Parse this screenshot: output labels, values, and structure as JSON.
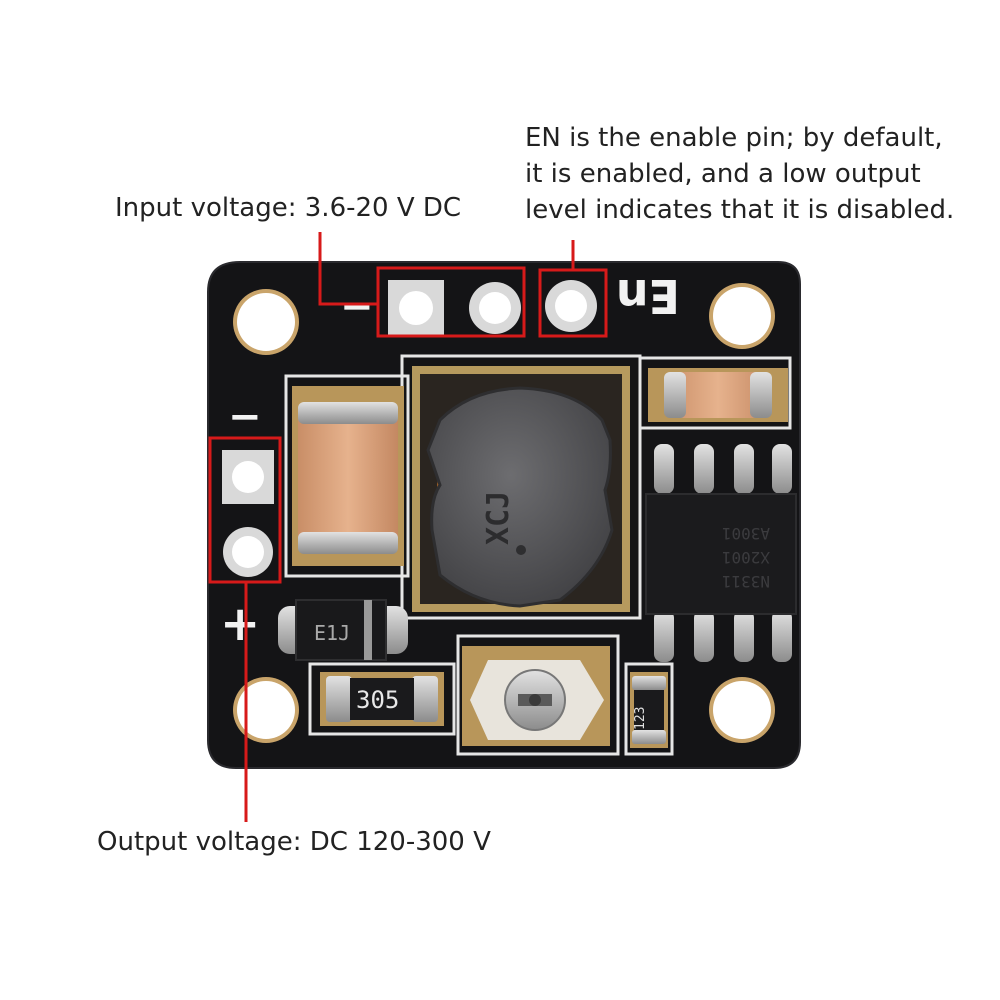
{
  "annotations": {
    "input_voltage": "Input voltage: 3.6-20 V DC",
    "enable_pin": [
      "EN is the enable pin; by default,",
      "it is enabled, and a low output",
      "level indicates that it is disabled."
    ],
    "output_voltage": "Output voltage: DC 120-300 V"
  },
  "board_silkscreen": {
    "input_minus": "−",
    "enable": "En",
    "output_minus": "−",
    "output_plus": "+",
    "diode_marking": "E1J",
    "resistor_marking": "305",
    "small_resistor_marking": "123",
    "inductor_marking": "XCJ",
    "chip_marking": [
      "A3001",
      "X2001",
      "N3311"
    ]
  },
  "colors": {
    "annotation_line": "#d71a1a",
    "board": "#141416",
    "silkscreen": "#f2f2f2",
    "pad": "#c9c9c9",
    "capacitor": "#d9a07a"
  }
}
